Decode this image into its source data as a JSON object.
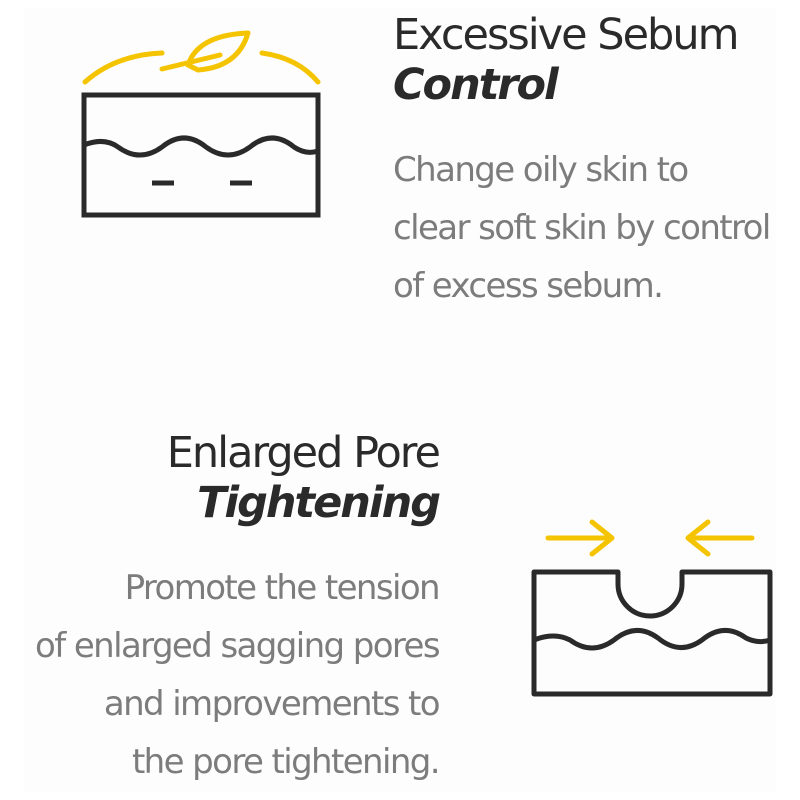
{
  "colors": {
    "accent": "#f5c400",
    "outline": "#2a2a2a",
    "title": "#2a2a2a",
    "body": "#7c7c7c"
  },
  "sebum": {
    "title_line1": "Excessive Sebum",
    "title_line2": "Control",
    "description": [
      "Change oily skin to",
      "clear soft skin by control",
      "of excess sebum."
    ],
    "icon": "leaf-over-skin-layer-icon"
  },
  "pore": {
    "title_line1": "Enlarged Pore",
    "title_line2": "Tightening",
    "description": [
      "Promote the tension",
      "of enlarged sagging pores",
      "and improvements to",
      "the pore tightening."
    ],
    "icon": "pore-compression-icon"
  }
}
